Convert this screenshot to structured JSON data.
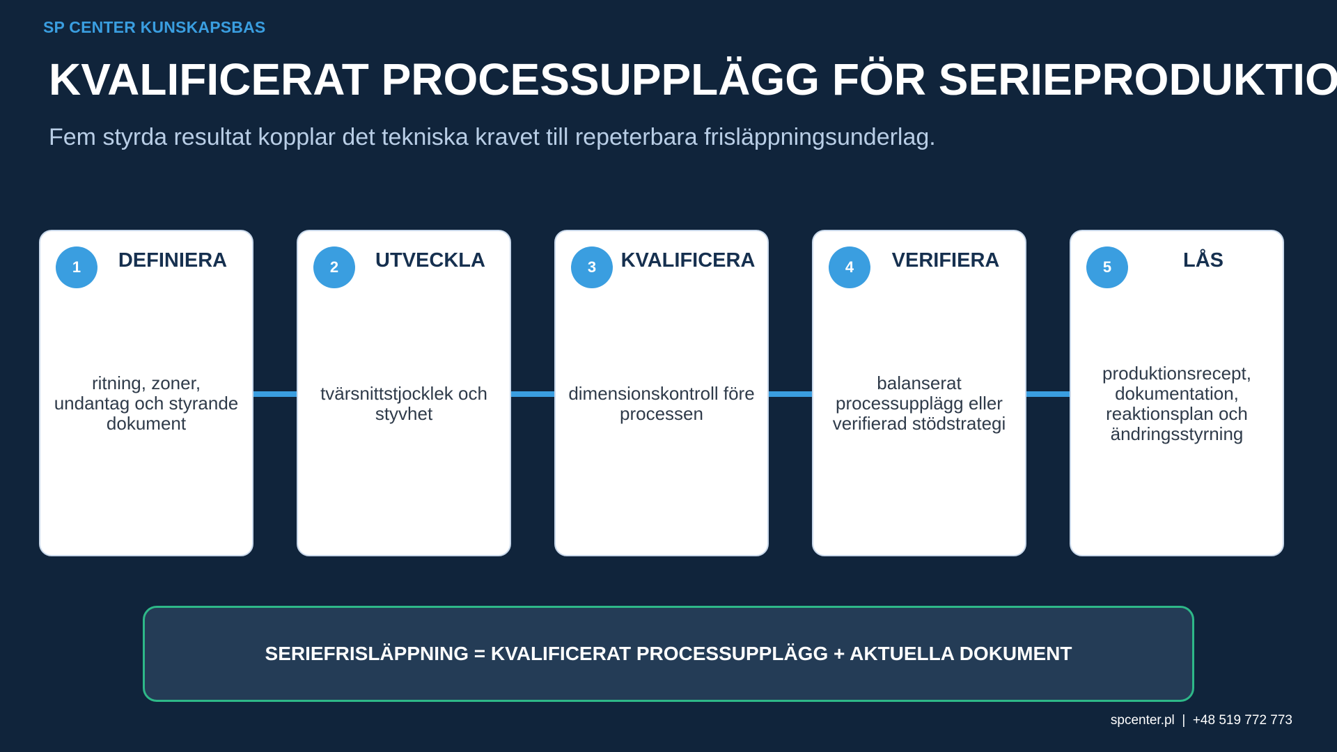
{
  "header": {
    "kicker": "SP CENTER KUNSKAPSBAS",
    "title": "KVALIFICERAT PROCESSUPPLÄGG FÖR SERIEPRODUKTION",
    "subtitle": "Fem styrda resultat kopplar det tekniska kravet till repeterbara frisläppningsunderlag."
  },
  "steps": [
    {
      "number": "1",
      "title": "DEFINIERA",
      "text": "ritning, zoner, undantag och styrande dokument"
    },
    {
      "number": "2",
      "title": "UTVECKLA",
      "text": "tvärsnittstjocklek och styvhet"
    },
    {
      "number": "3",
      "title": "KVALIFICERA",
      "text": "dimensionskontroll före processen"
    },
    {
      "number": "4",
      "title": "VERIFIERA",
      "text": "balanserat processupplägg eller verifierad stödstrategi"
    },
    {
      "number": "5",
      "title": "LÅS",
      "text": "produktionsrecept, dokumentation, reaktionsplan och ändringsstyrning"
    }
  ],
  "formula": "SERIEFRISLÄPPNING = KVALIFICERAT PROCESSUPPLÄGG + AKTUELLA DOKUMENT",
  "footer": "spcenter.pl  |  +48 519 772 773",
  "colors": {
    "background": "#10243b",
    "accent": "#3a9ee0",
    "formula_border": "#2eb888",
    "formula_fill": "#243c56"
  }
}
